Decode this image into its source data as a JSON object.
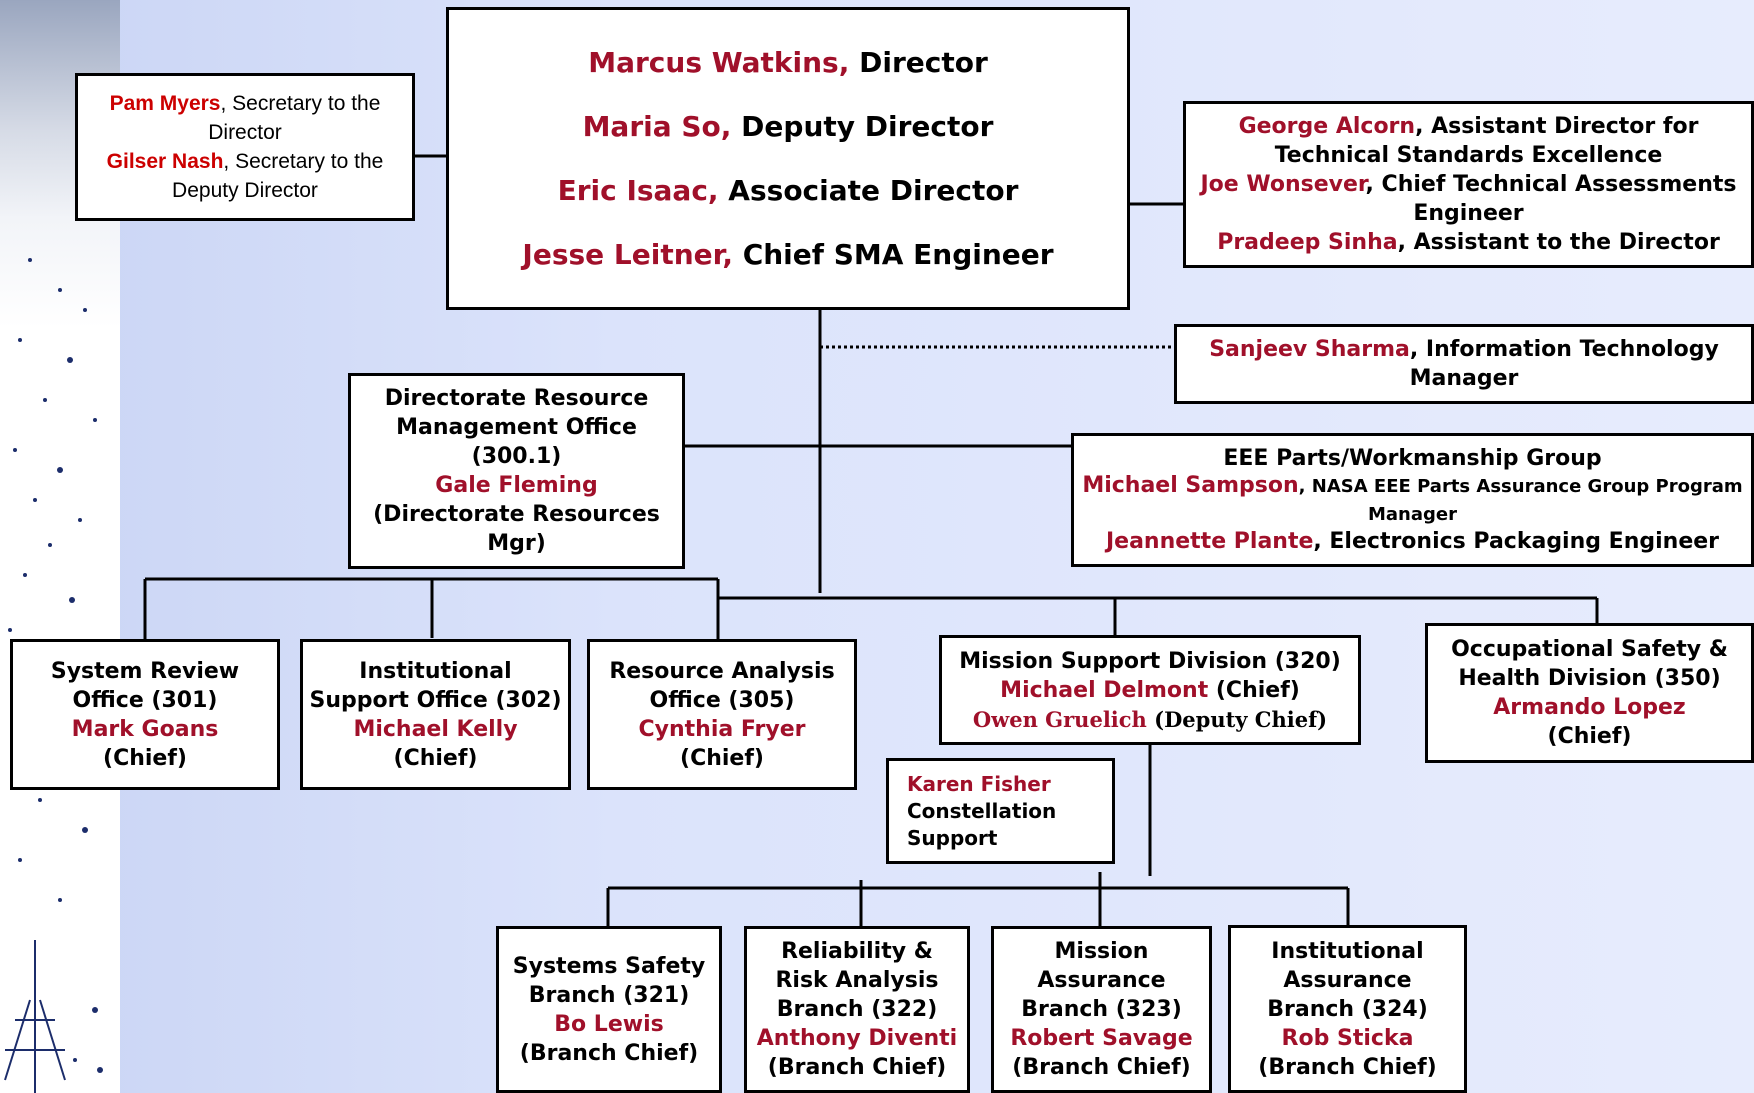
{
  "director_office": {
    "lines": [
      {
        "name": "Marcus Watkins,",
        "role": " Director"
      },
      {
        "name": "Maria So,",
        "role": " Deputy Director"
      },
      {
        "name": "Eric Isaac,",
        "role": " Associate Director"
      },
      {
        "name": "Jesse Leitner,",
        "role": " Chief SMA Engineer"
      }
    ]
  },
  "secretaries": {
    "line1_name": "Pam Myers",
    "line1_role": ", Secretary to the Director",
    "line2_name": "Gilser Nash",
    "line2_role": ", Secretary to the Deputy Director"
  },
  "assistants": {
    "l1_name": "George Alcorn",
    "l1_role": ", Assistant Director for Technical Standards Excellence",
    "l2_name": "Joe Wonsever",
    "l2_role": ", Chief Technical Assessments Engineer",
    "l3_name": "Pradeep Sinha",
    "l3_role": ", Assistant to the Director"
  },
  "it_manager": {
    "name": "Sanjeev Sharma",
    "role": ", Information Technology Manager"
  },
  "resource_mgmt": {
    "title": "Directorate Resource Management Office (300.1)",
    "name": "Gale Fleming",
    "role": "(Directorate Resources Mgr)"
  },
  "eee_parts": {
    "title": "EEE Parts/Workmanship Group",
    "l1_name": "Michael Sampson",
    "l1_role": ", NASA EEE Parts Assurance Group Program Manager",
    "l2_name": "Jeannette Plante",
    "l2_role": ", Electronics Packaging Engineer"
  },
  "offices": [
    {
      "title": "System Review Office (301)",
      "name": "Mark Goans",
      "role": "(Chief)"
    },
    {
      "title": "Institutional Support Office (302)",
      "name": "Michael Kelly",
      "role": "(Chief)"
    },
    {
      "title": "Resource Analysis Office (305)",
      "name": "Cynthia Fryer",
      "role": "(Chief)"
    }
  ],
  "mission_support": {
    "title": "Mission Support Division (320)",
    "chief_name": "Michael Delmont",
    "chief_role": " (Chief)",
    "deputy_name": "Owen Gruelich",
    "deputy_role": " (Deputy Chief)"
  },
  "osh": {
    "title": "Occupational Safety & Health Division (350)",
    "name": "Armando Lopez",
    "role": "(Chief)"
  },
  "constellation": {
    "name": "Karen Fisher",
    "role": "Constellation Support"
  },
  "branches": [
    {
      "title": "Systems Safety Branch (321)",
      "name": "Bo Lewis",
      "role": "(Branch Chief)"
    },
    {
      "title": "Reliability & Risk Analysis Branch (322)",
      "name": "Anthony Diventi",
      "role": "(Branch Chief)"
    },
    {
      "title": "Mission Assurance Branch (323)",
      "name": "Robert Savage",
      "role": "(Branch Chief)"
    },
    {
      "title": "Institutional Assurance Branch (324)",
      "name": "Rob Sticka",
      "role": "(Branch Chief)"
    }
  ]
}
